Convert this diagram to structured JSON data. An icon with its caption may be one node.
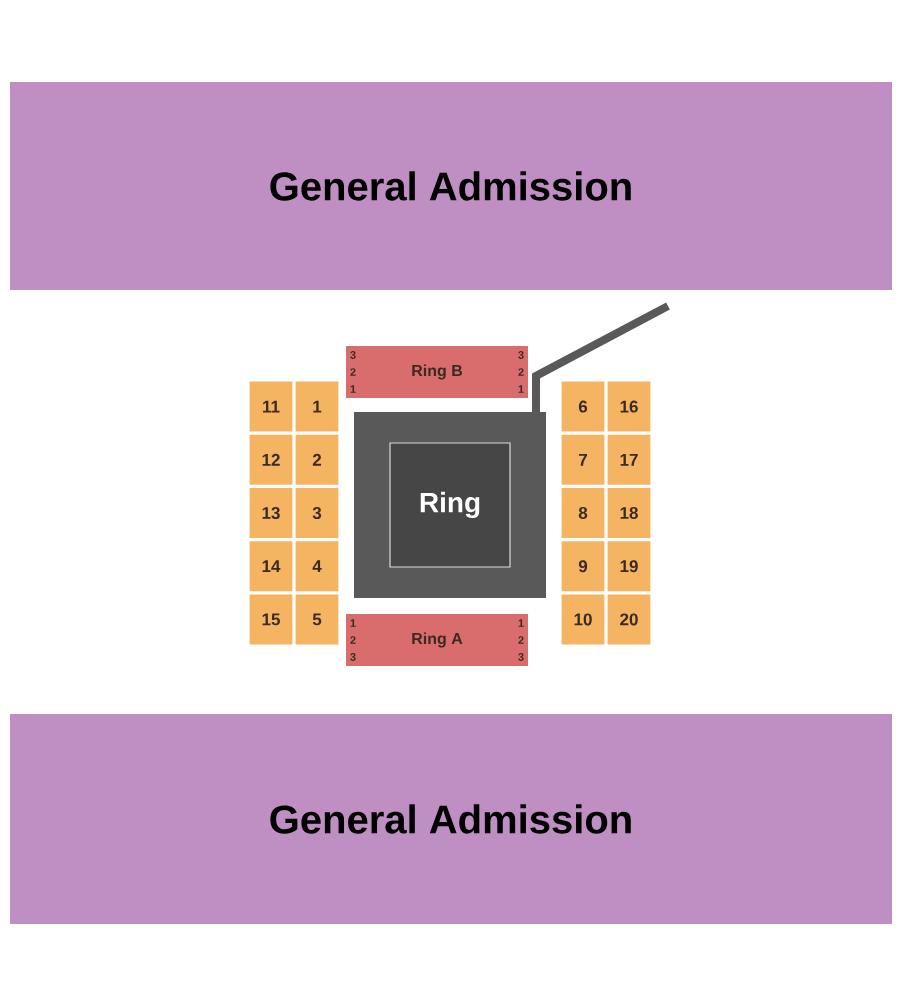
{
  "diagram": {
    "nodes": [
      {
        "text": [
          "General Admission"
        ]
      },
      {
        "text": [
          "Ring B",
          "3",
          "2",
          "1",
          "3",
          "2",
          "1"
        ]
      },
      {
        "text": [],
        "shape": "box"
      },
      {
        "text": [
          "Ring"
        ],
        "in": 2
      },
      {
        "text": [
          "Ring A",
          "1",
          "2",
          "3",
          "1",
          "2",
          "3"
        ]
      },
      {
        "text": [
          "11"
        ]
      },
      {
        "text": [
          "1"
        ]
      },
      {
        "text": [
          "6"
        ]
      },
      {
        "text": [
          "16"
        ]
      },
      {
        "text": [
          "12"
        ]
      },
      {
        "text": [
          "2"
        ]
      },
      {
        "text": [
          "7"
        ]
      },
      {
        "text": [
          "17"
        ]
      },
      {
        "text": [
          "13"
        ]
      },
      {
        "text": [
          "3"
        ]
      },
      {
        "text": [
          "8"
        ]
      },
      {
        "text": [
          "18"
        ]
      },
      {
        "text": [
          "14"
        ]
      },
      {
        "text": [
          "4"
        ]
      },
      {
        "text": [
          "9"
        ]
      },
      {
        "text": [
          "19"
        ]
      },
      {
        "text": [
          "15"
        ]
      },
      {
        "text": [
          "5"
        ]
      },
      {
        "text": [
          "10"
        ]
      },
      {
        "text": [
          "20"
        ]
      },
      {
        "text": [
          "General Admission"
        ]
      }
    ]
  }
}
